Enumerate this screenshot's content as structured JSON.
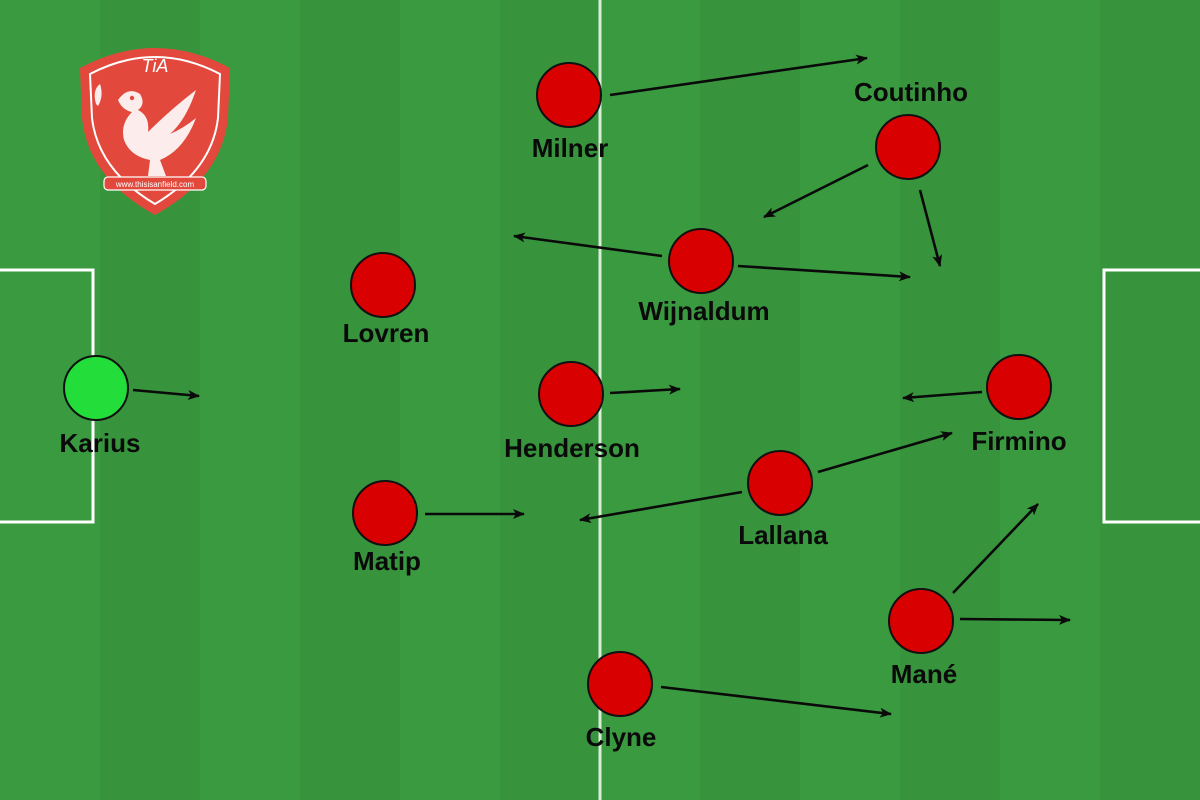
{
  "crest": {
    "initials": "TiA",
    "url": "www.thisisanfield.com"
  },
  "players": [
    {
      "id": "karius",
      "name": "Karius",
      "role": "goalkeeper"
    },
    {
      "id": "lovren",
      "name": "Lovren",
      "role": "outfield"
    },
    {
      "id": "matip",
      "name": "Matip",
      "role": "outfield"
    },
    {
      "id": "milner",
      "name": "Milner",
      "role": "outfield"
    },
    {
      "id": "henderson",
      "name": "Henderson",
      "role": "outfield"
    },
    {
      "id": "clyne",
      "name": "Clyne",
      "role": "outfield"
    },
    {
      "id": "wijnaldum",
      "name": "Wijnaldum",
      "role": "outfield"
    },
    {
      "id": "coutinho",
      "name": "Coutinho",
      "role": "outfield"
    },
    {
      "id": "lallana",
      "name": "Lallana",
      "role": "outfield"
    },
    {
      "id": "firmino",
      "name": "Firmino",
      "role": "outfield"
    },
    {
      "id": "mane",
      "name": "Mané",
      "role": "outfield"
    }
  ],
  "colors": {
    "pitch_light": "#3a9a3f",
    "pitch_dark": "#338a38",
    "line": "#ffffff",
    "player": "#d80000",
    "goalkeeper": "#22dd3a",
    "arrow": "#0a0a0a",
    "crest": "#e2493c"
  }
}
